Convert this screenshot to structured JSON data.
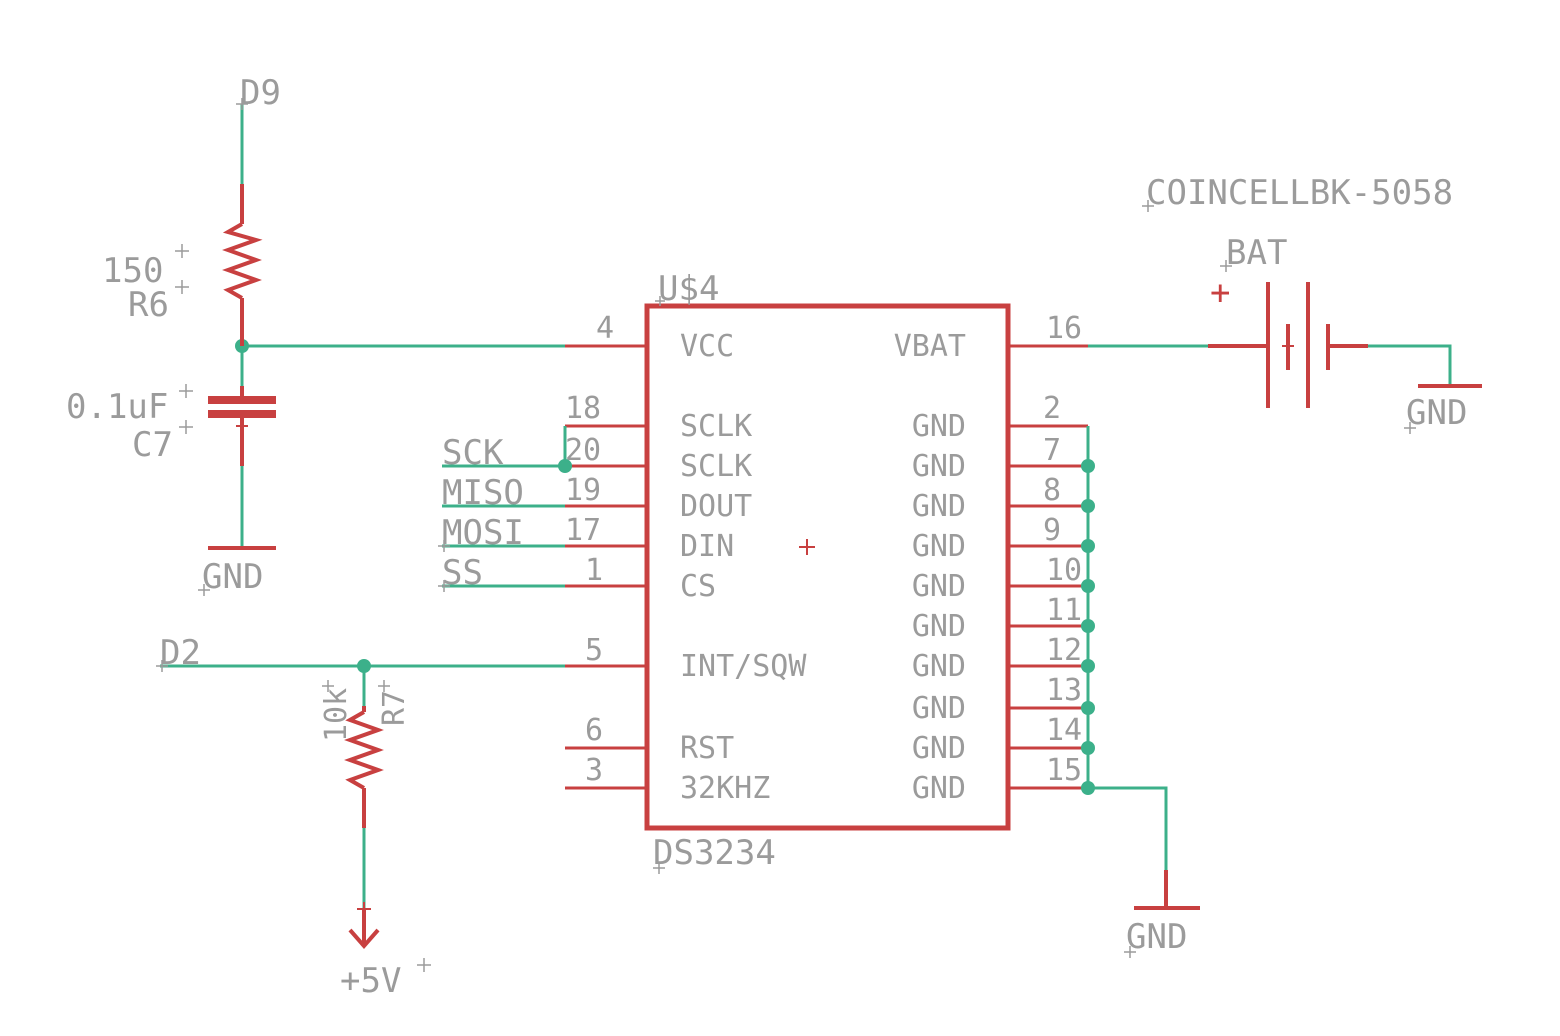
{
  "colors": {
    "wire": "#3cb08a",
    "part": "#c84040",
    "text": "#9b9b9b"
  },
  "ic": {
    "name": "U$4",
    "value": "DS3234",
    "left_pins": [
      {
        "num": "4",
        "label": "VCC"
      },
      {
        "num": "18",
        "label": "SCLK"
      },
      {
        "num": "20",
        "label": "SCLK"
      },
      {
        "num": "19",
        "label": "DOUT"
      },
      {
        "num": "17",
        "label": "DIN"
      },
      {
        "num": "1",
        "label": "CS"
      },
      {
        "num": "5",
        "label": "INT/SQW"
      },
      {
        "num": "6",
        "label": "RST"
      },
      {
        "num": "3",
        "label": "32KHZ"
      }
    ],
    "right_pins": [
      {
        "num": "16",
        "label": "VBAT"
      },
      {
        "num": "2",
        "label": "GND"
      },
      {
        "num": "7",
        "label": "GND"
      },
      {
        "num": "8",
        "label": "GND"
      },
      {
        "num": "9",
        "label": "GND"
      },
      {
        "num": "10",
        "label": "GND"
      },
      {
        "num": "11",
        "label": "GND"
      },
      {
        "num": "12",
        "label": "GND"
      },
      {
        "num": "13",
        "label": "GND"
      },
      {
        "num": "14",
        "label": "GND"
      },
      {
        "num": "15",
        "label": "GND"
      }
    ]
  },
  "nets": {
    "d9": "D9",
    "d2": "D2",
    "sck": "SCK",
    "miso": "MISO",
    "mosi": "MOSI",
    "ss": "SS",
    "gnd": "GND",
    "vcc5": "+5V"
  },
  "r6": {
    "value": "150",
    "name": "R6"
  },
  "c7": {
    "value": "0.1uF",
    "name": "C7"
  },
  "r7": {
    "value": "10k",
    "name": "R7"
  },
  "battery": {
    "part": "COINCELLBK-5058",
    "name": "BAT",
    "polarity": "+"
  }
}
